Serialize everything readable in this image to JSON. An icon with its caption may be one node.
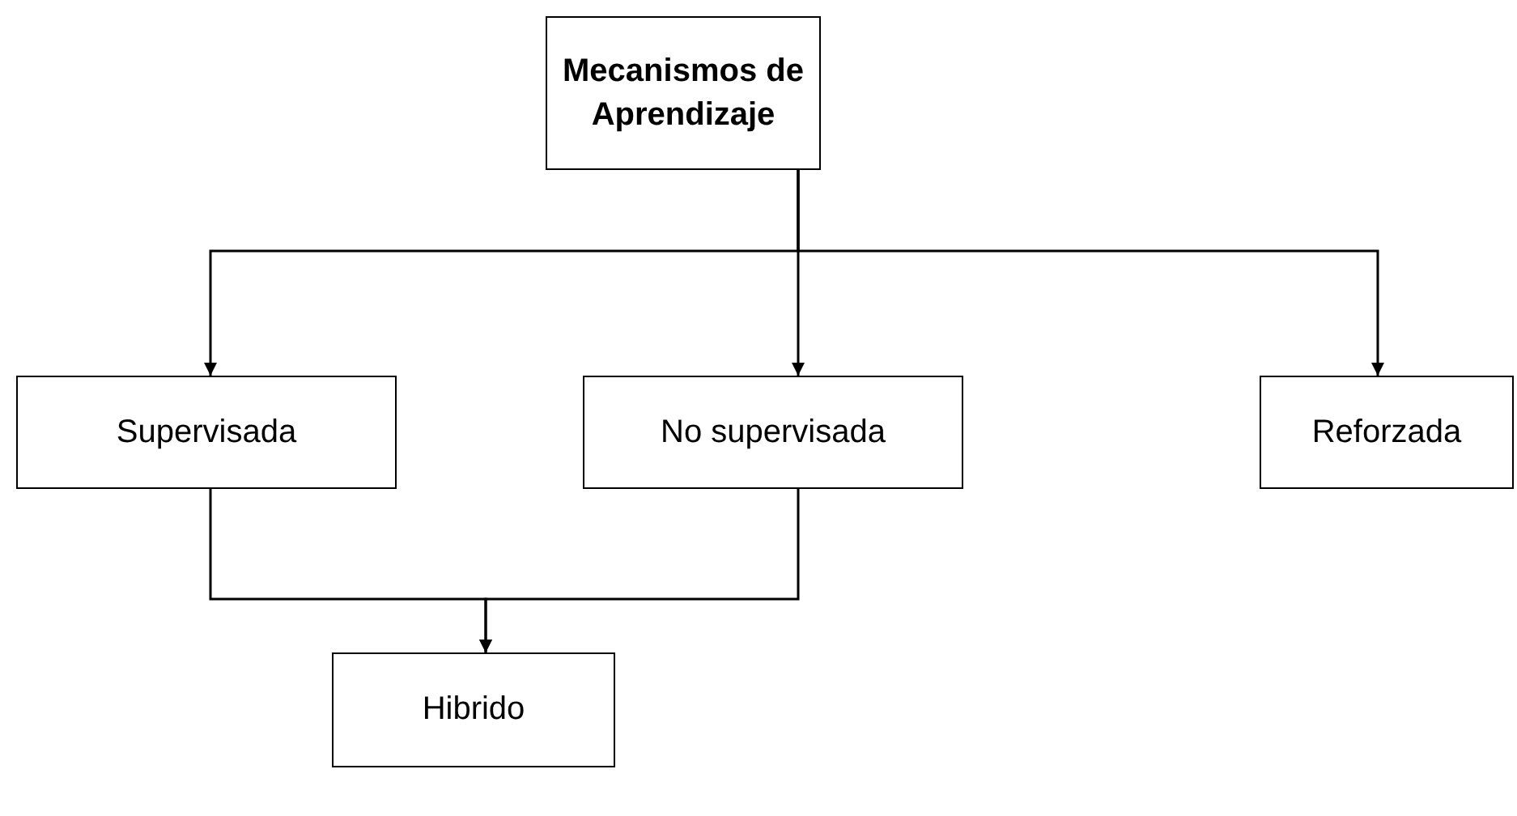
{
  "diagram": {
    "nodes": [
      {
        "text": [
          "Mecanismos de Aprendizaje"
        ]
      },
      {
        "text": [
          "Supervisada"
        ]
      },
      {
        "text": [
          "No supervisada"
        ]
      },
      {
        "text": [
          "Reforzada"
        ]
      },
      {
        "text": [
          "Hibrido"
        ]
      }
    ],
    "edges": [
      {
        "from": 0,
        "to": 1,
        "arrow": "to"
      },
      {
        "from": 0,
        "to": 2,
        "arrow": "to"
      },
      {
        "from": 0,
        "to": 3,
        "arrow": "to"
      },
      {
        "from": 1,
        "to": 4,
        "arrow": "to"
      },
      {
        "from": 2,
        "to": 4,
        "arrow": "to"
      }
    ]
  }
}
